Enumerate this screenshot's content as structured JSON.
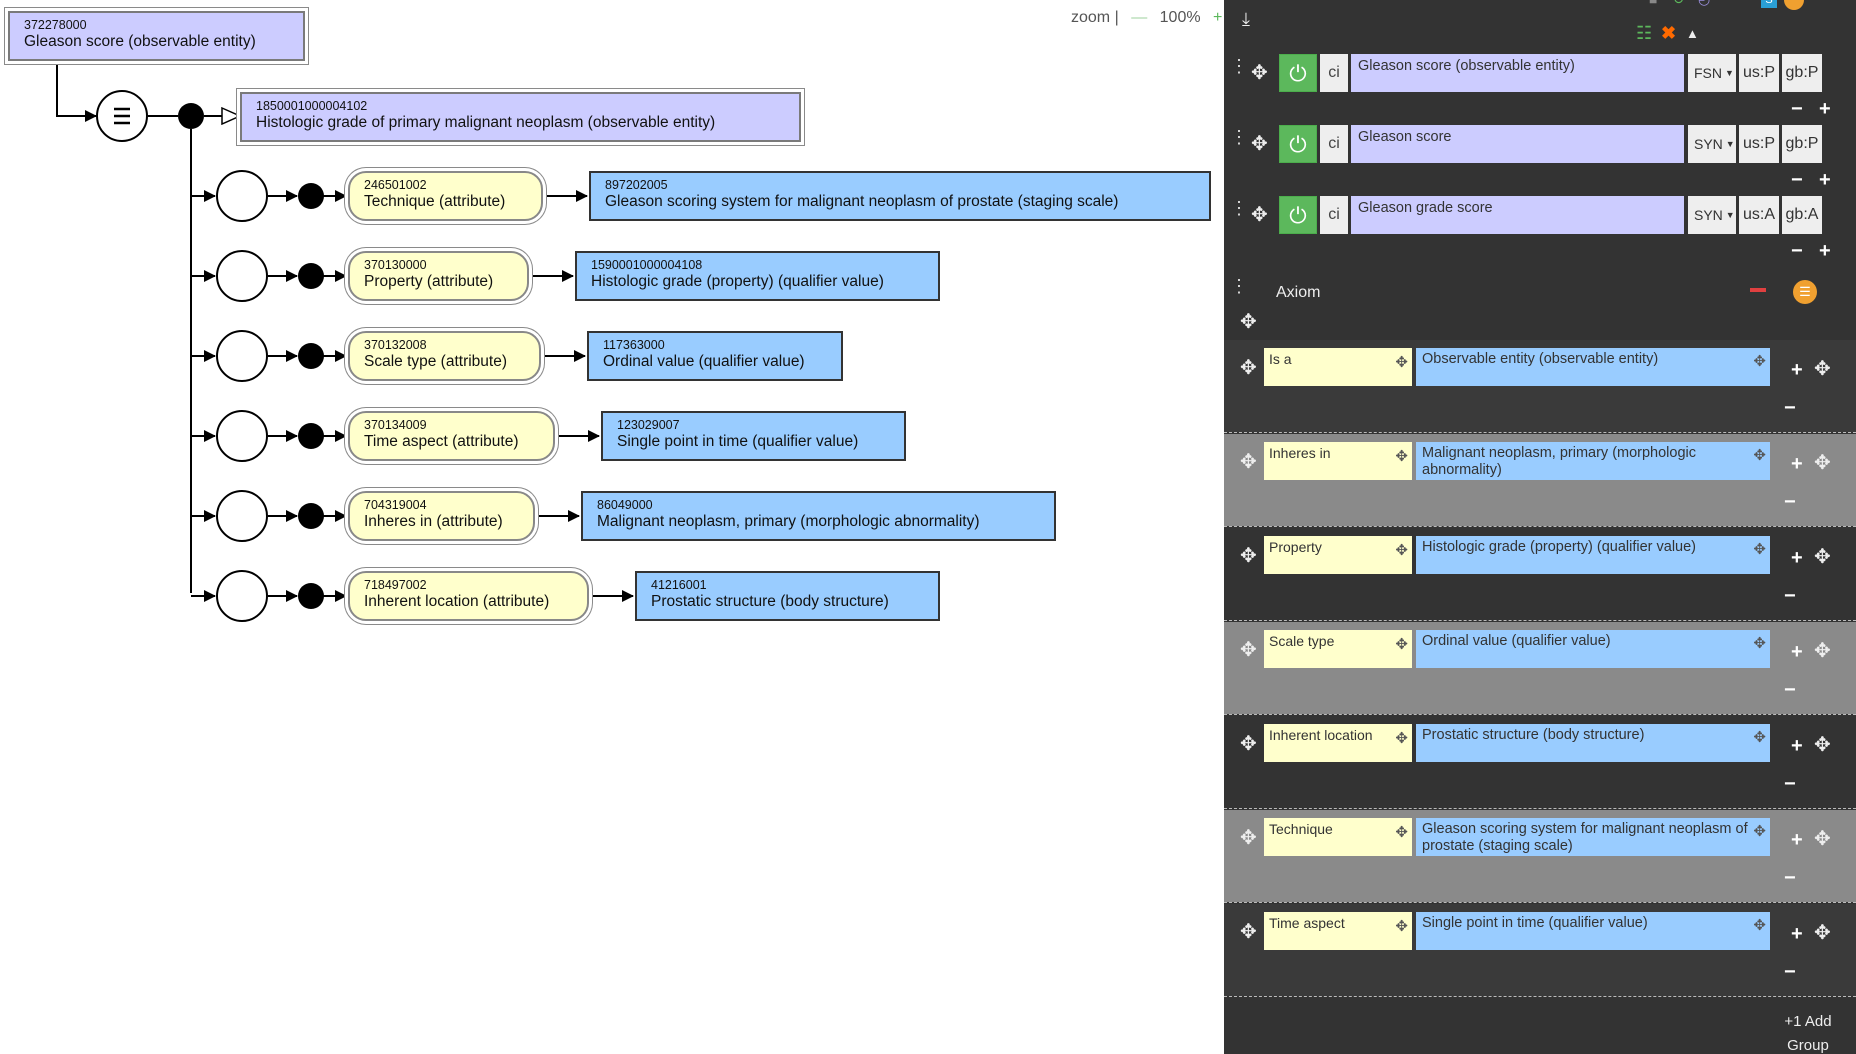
{
  "zoom": {
    "label": "zoom |",
    "minus": "—",
    "value": "100%",
    "plus": "+"
  },
  "diagram": {
    "root": {
      "id": "372278000",
      "term": "Gleason score (observable entity)"
    },
    "parent": {
      "id": "1850001000004102",
      "term": "Histologic grade of primary malignant neoplasm (observable entity)"
    },
    "definition_status_icon": "equivalent-icon",
    "relationships": [
      {
        "attr_id": "246501002",
        "attr_term": "Technique (attribute)",
        "value_id": "897202005",
        "value_term": "Gleason scoring system for malignant neoplasm of prostate (staging scale)"
      },
      {
        "attr_id": "370130000",
        "attr_term": "Property (attribute)",
        "value_id": "1590001000004108",
        "value_term": "Histologic grade (property) (qualifier value)"
      },
      {
        "attr_id": "370132008",
        "attr_term": "Scale type (attribute)",
        "value_id": "117363000",
        "value_term": "Ordinal value (qualifier value)"
      },
      {
        "attr_id": "370134009",
        "attr_term": "Time aspect (attribute)",
        "value_id": "123029007",
        "value_term": "Single point in time (qualifier value)"
      },
      {
        "attr_id": "704319004",
        "attr_term": "Inheres in (attribute)",
        "value_id": "86049000",
        "value_term": "Malignant neoplasm, primary (morphologic abnormality)"
      },
      {
        "attr_id": "718497002",
        "attr_term": "Inherent location (attribute)",
        "value_id": "41216001",
        "value_term": "Prostatic structure (body structure)"
      }
    ]
  },
  "panel": {
    "top_icons": [
      "save-icon",
      "clone-icon",
      "history-icon",
      "info-icon",
      "menu-icon"
    ],
    "descriptions": [
      {
        "ci": "ci",
        "term": "Gleason score (observable entity)",
        "type": "FSN",
        "us": "us:P",
        "gb": "gb:P"
      },
      {
        "ci": "ci",
        "term": "Gleason score",
        "type": "SYN",
        "us": "us:P",
        "gb": "gb:P"
      },
      {
        "ci": "ci",
        "term": "Gleason grade score",
        "type": "SYN",
        "us": "us:A",
        "gb": "gb:A"
      }
    ],
    "axiom": {
      "title": "Axiom",
      "relationships": [
        {
          "type": "Is a",
          "target": "Observable entity (observable entity)"
        },
        {
          "type": "Inheres in",
          "target": "Malignant neoplasm, primary (morphologic abnormality)"
        },
        {
          "type": "Property",
          "target": "Histologic grade (property) (qualifier value)"
        },
        {
          "type": "Scale type",
          "target": "Ordinal value (qualifier value)"
        },
        {
          "type": "Inherent location",
          "target": "Prostatic structure (body structure)"
        },
        {
          "type": "Technique",
          "target": "Gleason scoring system for malignant neoplasm of prostate (staging scale)"
        },
        {
          "type": "Time aspect",
          "target": "Single point in time (qualifier value)"
        }
      ],
      "add_group_line1": "+1 Add",
      "add_group_line2": "Group"
    }
  },
  "colors": {
    "primitive_concept": "#ccccff",
    "defined_value": "#99ccff",
    "attribute": "#ffffcc",
    "active_toggle": "#5cb85c",
    "remove": "#e04040",
    "menu": "#f0a030"
  }
}
